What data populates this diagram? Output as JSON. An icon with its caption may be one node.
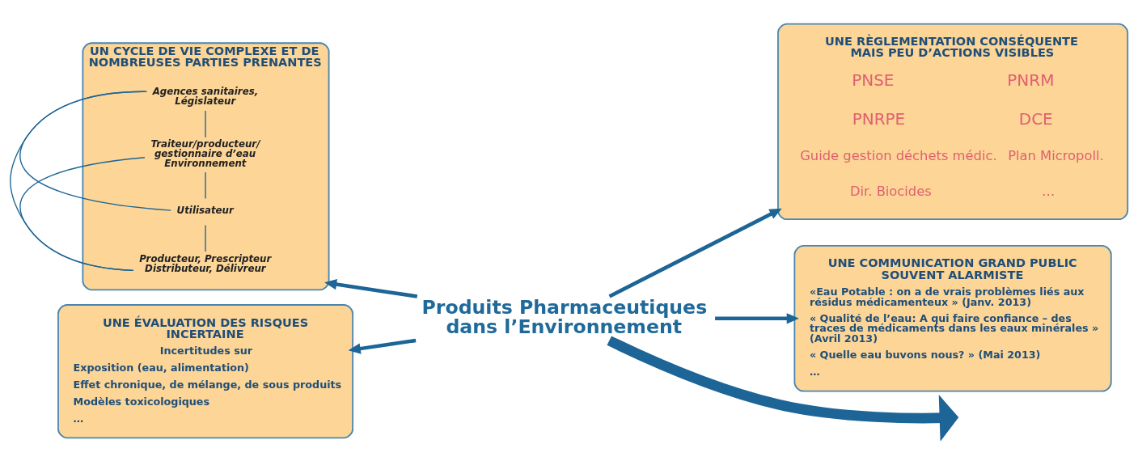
{
  "diagram": {
    "nodes": [
      {
        "text": [
          "Produits Pharmaceutiques dans l’Environnement"
        ]
      },
      {
        "text": [
          "UN CYCLE DE VIE COMPLEXE ET DE NOMBREUSES PARTIES PRENANTES"
        ]
      },
      {
        "text": [
          "Producteur, Prescripteur Distributeur, Délivreur"
        ],
        "in": 1
      },
      {
        "text": [
          "Utilisateur"
        ],
        "in": 1
      },
      {
        "text": [
          "Traiteur/producteur/ gestionnaire d’eau Environnement"
        ],
        "in": 1
      },
      {
        "text": [
          "Agences sanitaires, Législateur"
        ],
        "in": 1
      },
      {
        "text": [
          "UNE RÈGLEMENTATION CONSÉQUENTE MAIS PEU D’ACTIONS VISIBLES",
          "PNSE",
          "PNRM",
          "PNRPE",
          "DCE",
          "Guide gestion déchets médic.",
          "Plan Micropoll.",
          "Dir. Biocides",
          "…"
        ]
      },
      {
        "text": [
          "UNE ÉVALUATION DES RISQUES INCERTAINE",
          "Incertitudes sur",
          "Exposition (eau, alimentation)",
          "Effet chronique, de mélange, de sous produits",
          "Modèles toxicologiques",
          "…"
        ]
      },
      {
        "text": [
          "UNE COMMUNICATION GRAND PUBLIC SOUVENT ALARMISTE",
          "«Eau Potable : on a de vrais problèmes liés aux résidus médicamenteux » (Janv. 2013)",
          "« Qualité de l’eau: A qui faire confiance – des traces de médicaments dans les eaux minérales » (Avril 2013)",
          "« Quelle eau buvons nous? » (Mai 2013)",
          "…"
        ]
      }
    ],
    "edges": [
      {
        "from": 0,
        "to": 1,
        "arrow": "to",
        "style": "thick"
      },
      {
        "from": 0,
        "to": 6,
        "arrow": "to",
        "style": "thick"
      },
      {
        "from": 0,
        "to": 7,
        "arrow": "to",
        "style": "thick"
      },
      {
        "from": 0,
        "to": 8,
        "arrow": "to",
        "style": "thick"
      },
      {
        "from": 0,
        "to": null,
        "arrow": "to",
        "style": "thick"
      },
      {
        "from": 2,
        "to": 3,
        "arrow": "none"
      },
      {
        "from": 2,
        "to": 4,
        "arrow": "none"
      },
      {
        "from": 2,
        "to": 5,
        "arrow": "none"
      },
      {
        "from": 3,
        "to": 4,
        "arrow": "none"
      },
      {
        "from": 3,
        "to": 5,
        "arrow": "none"
      },
      {
        "from": 4,
        "to": 5,
        "arrow": "none"
      }
    ]
  }
}
